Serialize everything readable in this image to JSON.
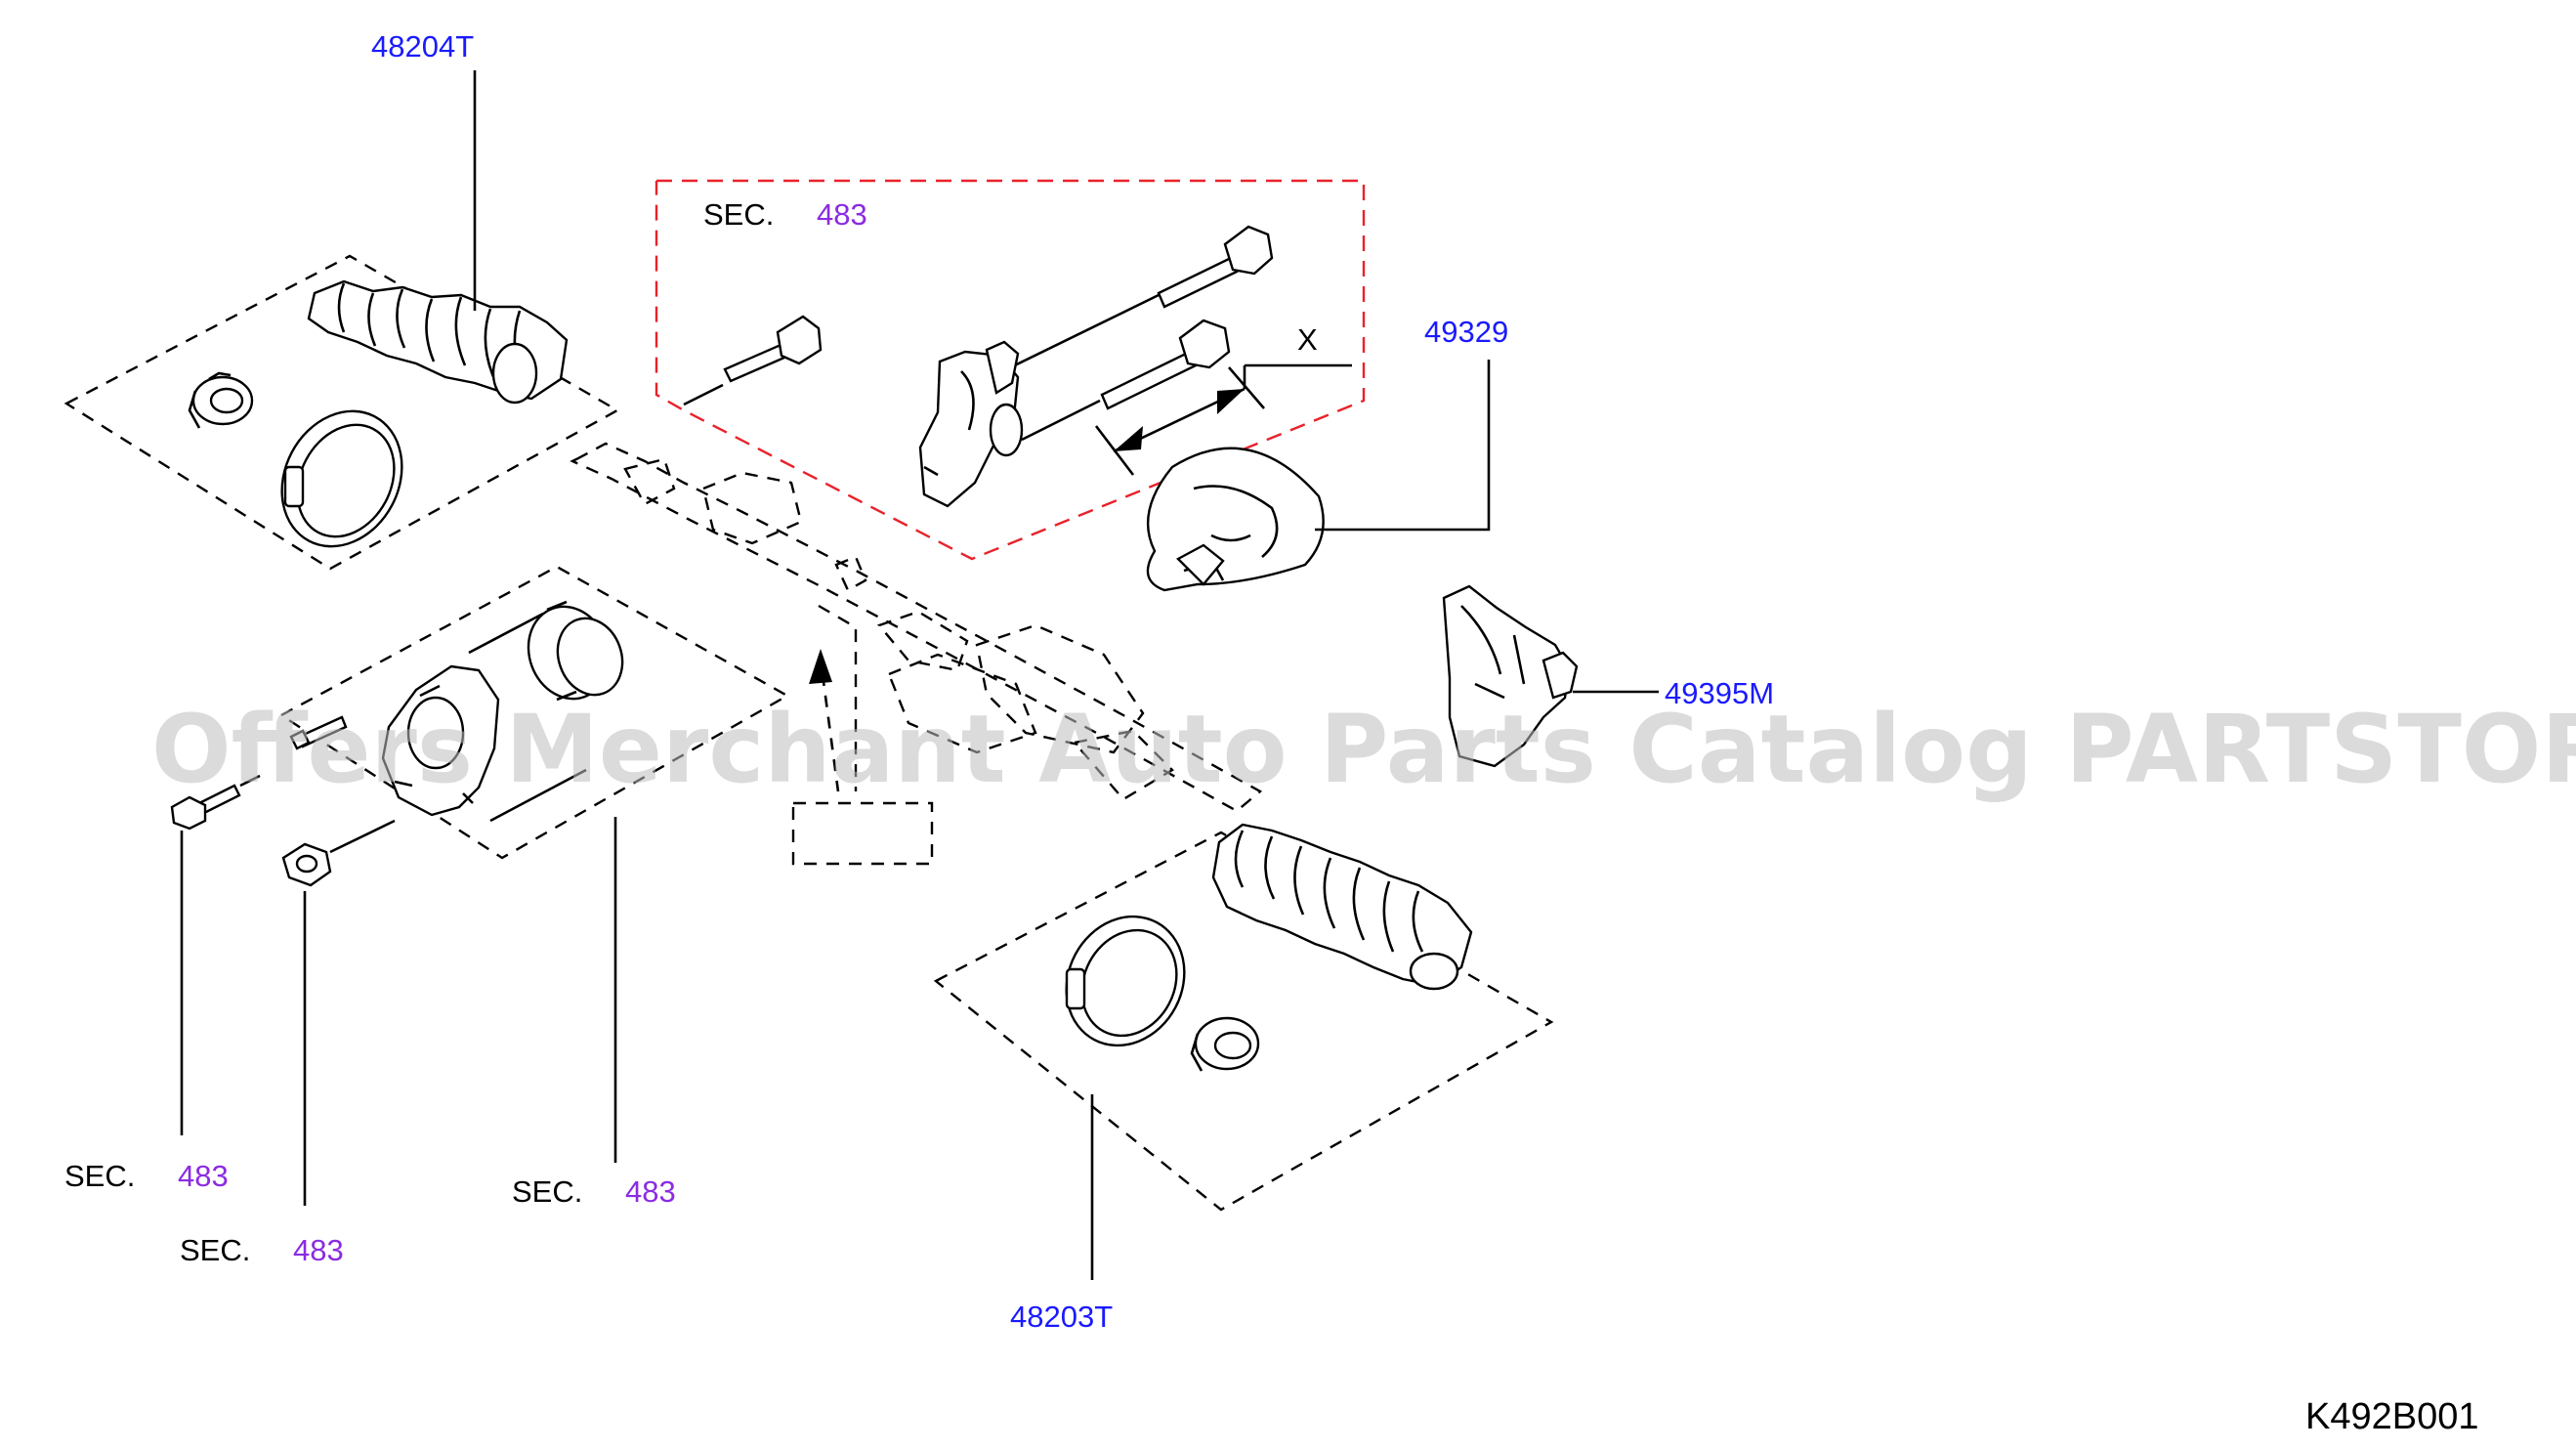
{
  "parts": {
    "p48204t": "48204T",
    "p49329": "49329",
    "p49395m": "49395M",
    "p48203t": "48203T"
  },
  "sec": {
    "label": "SEC.",
    "number": "483"
  },
  "dimension_label": "X",
  "diagram_code": "K492B001",
  "watermark": "Offers Merchant Auto Parts Catalog PARTSTORE.SA",
  "colors": {
    "part_link": "#1a1aff",
    "sec_link": "#8b2be2",
    "highlight_box": "#e8222b",
    "watermark": "#bdbdbd"
  }
}
